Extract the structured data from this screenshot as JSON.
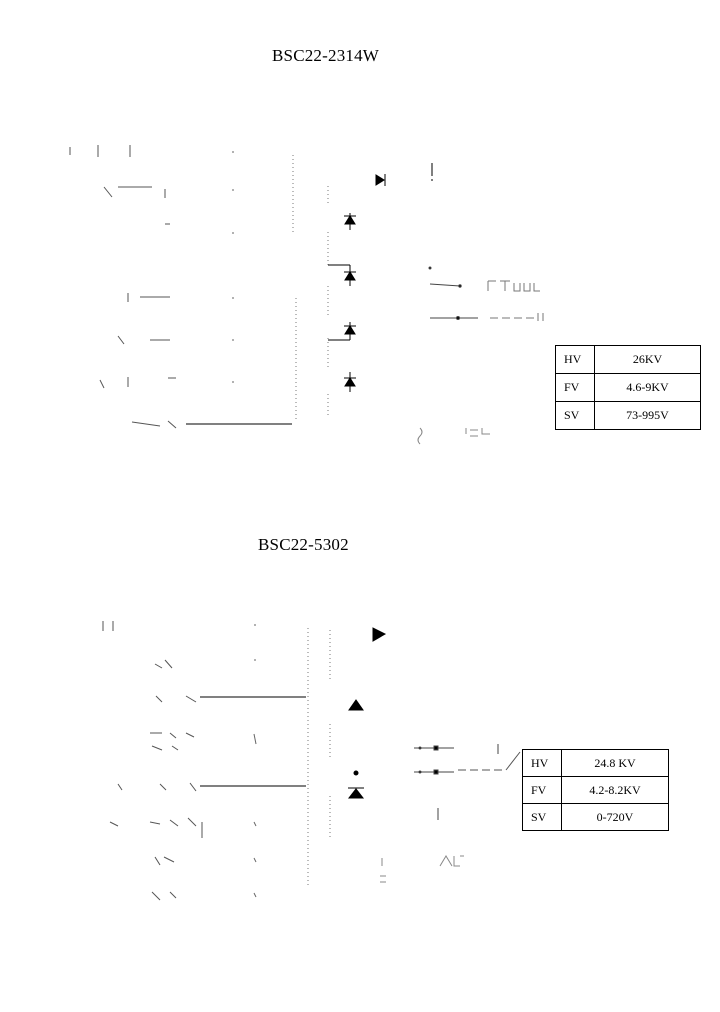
{
  "diagrams": [
    {
      "title": "BSC22-2314W",
      "specs": [
        {
          "key": "HV",
          "value": "26KV"
        },
        {
          "key": "FV",
          "value": "4.6-9KV"
        },
        {
          "key": "SV",
          "value": "73-995V"
        }
      ]
    },
    {
      "title": "BSC22-5302",
      "specs": [
        {
          "key": "HV",
          "value": "24.8 KV"
        },
        {
          "key": "FV",
          "value": "4.2-8.2KV"
        },
        {
          "key": "SV",
          "value": "0-720V"
        }
      ]
    }
  ]
}
